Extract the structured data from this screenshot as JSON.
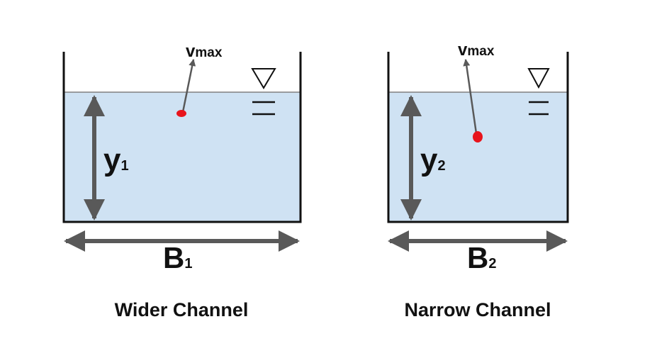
{
  "colors": {
    "water": "#cfe2f3",
    "wall": "#111111",
    "arrow": "#595959",
    "surface_line": "#808080",
    "dot": "#e8141c"
  },
  "panels": [
    {
      "depth_symbol": "y",
      "depth_subscript": "1",
      "width_symbol": "B",
      "width_subscript": "1",
      "velocity_symbol": "v",
      "velocity_subscript": "max",
      "caption": "Wider Channel",
      "icon": "water-surface-triangle-icon"
    },
    {
      "depth_symbol": "y",
      "depth_subscript": "2",
      "width_symbol": "B",
      "width_subscript": "2",
      "velocity_symbol": "v",
      "velocity_subscript": "max",
      "caption": "Narrow Channel",
      "icon": "water-surface-triangle-icon"
    }
  ]
}
